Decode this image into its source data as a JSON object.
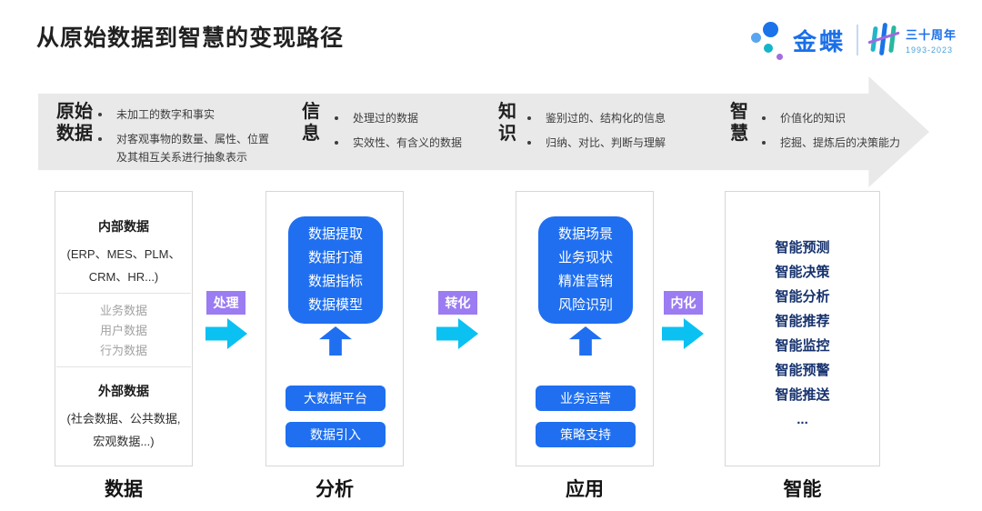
{
  "title": "从原始数据到智慧的变现路径",
  "logo": {
    "brand": "金蝶",
    "anniversary": "三十周年",
    "years": "1993-2023"
  },
  "banner": {
    "stages": [
      {
        "label_lines": "原始\n数据",
        "bullets": [
          "未加工的数字和事实",
          "对客观事物的数量、属性、位置及其相互关系进行抽象表示"
        ]
      },
      {
        "label_lines": "信\n息",
        "bullets": [
          "处理过的数据",
          "实效性、有含义的数据"
        ]
      },
      {
        "label_lines": "知\n识",
        "bullets": [
          "鉴别过的、结构化的信息",
          "归纳、对比、判断与理解"
        ]
      },
      {
        "label_lines": "智\n慧",
        "bullets": [
          "价值化的知识",
          "挖掘、提炼后的决策能力"
        ]
      }
    ]
  },
  "columns": {
    "data": {
      "internal_title": "内部数据",
      "internal_subtitle": "(ERP、MES、PLM、CRM、HR...)",
      "middle_items": [
        "业务数据",
        "用户数据",
        "行为数据"
      ],
      "external_title": "外部数据",
      "external_subtitle": "(社会数据、公共数据, 宏观数据...)",
      "footer": "数据"
    },
    "analysis": {
      "panel_lines": [
        "数据提取",
        "数据打通",
        "数据指标",
        "数据模型"
      ],
      "buttons": [
        "大数据平台",
        "数据引入"
      ],
      "footer": "分析"
    },
    "application": {
      "panel_lines": [
        "数据场景",
        "业务现状",
        "精准营销",
        "风险识别"
      ],
      "buttons": [
        "业务运营",
        "策略支持"
      ],
      "footer": "应用"
    },
    "intelligence": {
      "items": [
        "智能预测",
        "智能决策",
        "智能分析",
        "智能推荐",
        "智能监控",
        "智能预警",
        "智能推送",
        "..."
      ],
      "footer": "智能"
    }
  },
  "connectors": [
    {
      "label": "处理"
    },
    {
      "label": "转化"
    },
    {
      "label": "内化"
    }
  ],
  "colors": {
    "accent_blue": "#1f6ff0",
    "purple": "#9b7cf2",
    "cyan": "#0ac1f2",
    "navy_text": "#16326e",
    "banner_gray": "#e9e9e9",
    "brand_blue": "#1a6fe8"
  }
}
